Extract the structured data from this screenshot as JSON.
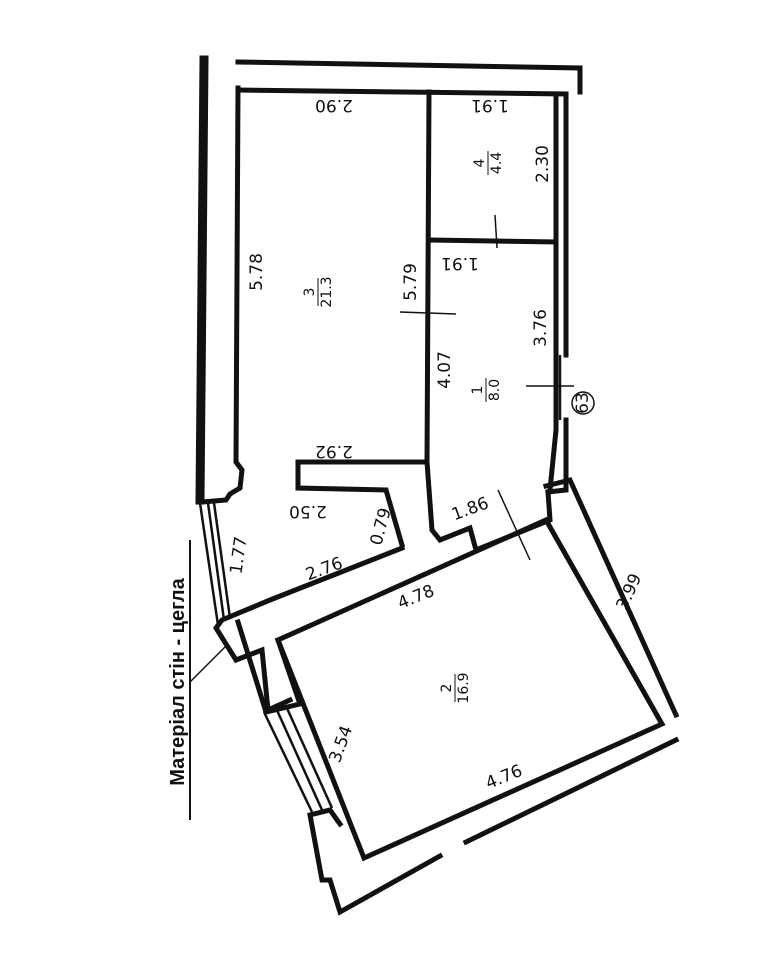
{
  "legend": {
    "text": "Матеріал стін - цегла"
  },
  "marker": {
    "text": "63"
  },
  "rooms": [
    {
      "id": "1",
      "area": "8.0"
    },
    {
      "id": "2",
      "area": "16.9"
    },
    {
      "id": "3",
      "area": "21.3"
    },
    {
      "id": "4",
      "area": "4.4"
    }
  ],
  "dimensions": {
    "top_290": "2.90",
    "top_191": "1.91",
    "mid_191": "1.91",
    "v_578": "5.78",
    "v_579": "5.79",
    "v_230": "2.30",
    "v_376": "3.76",
    "v_407": "4.07",
    "d_292": "2.92",
    "d_250": "2.50",
    "d_079": "0.79",
    "d_177": "1.77",
    "d_276": "2.76",
    "d_186": "1.86",
    "d_478": "4.78",
    "d_399": "3.99",
    "d_354": "3.54",
    "d_476": "4.76"
  }
}
